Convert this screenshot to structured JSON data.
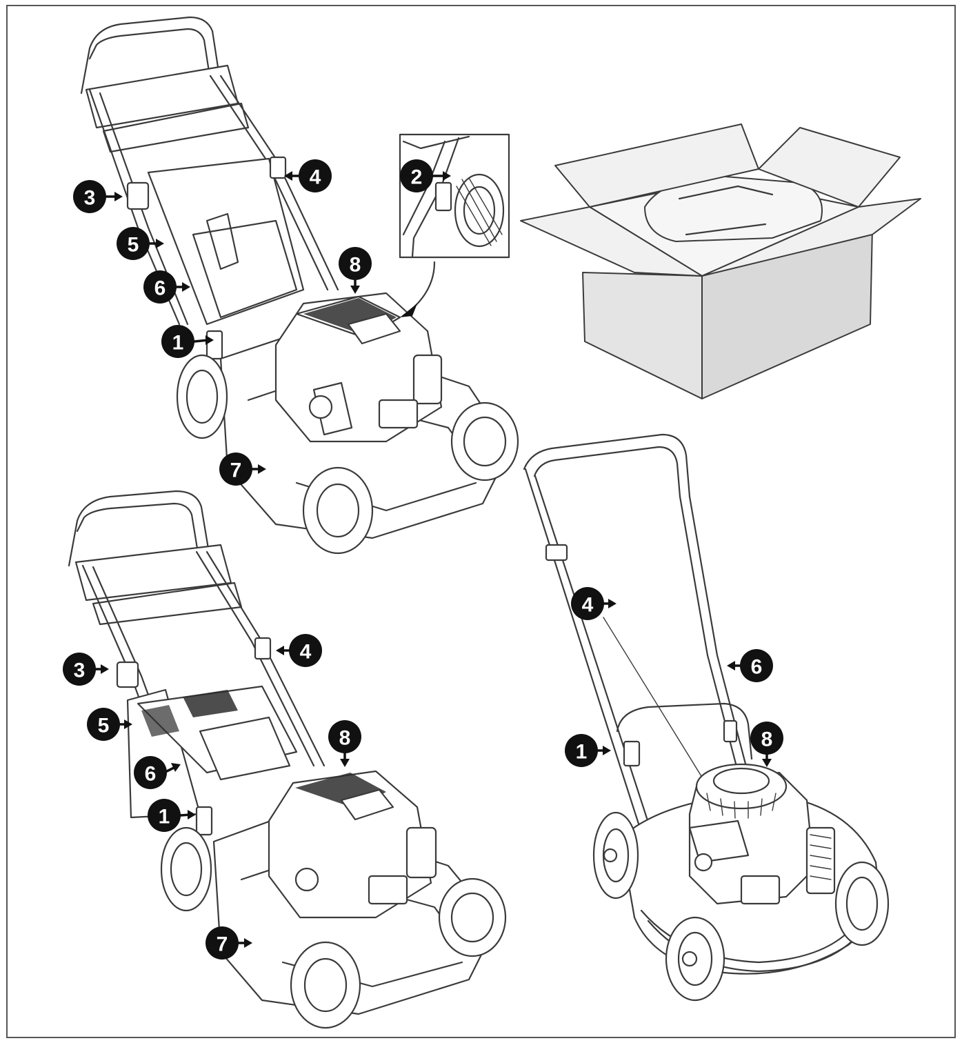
{
  "callouts": {
    "top_mower": {
      "c1": "1",
      "c3": "3",
      "c4": "4",
      "c5": "5",
      "c6": "6",
      "c7": "7",
      "c8": "8"
    },
    "detail": {
      "c2": "2"
    },
    "bottom_mower": {
      "c1": "1",
      "c3": "3",
      "c4": "4",
      "c5": "5",
      "c6": "6",
      "c7": "7",
      "c8": "8"
    },
    "push_mower": {
      "c1": "1",
      "c4": "4",
      "c6": "6",
      "c8": "8"
    }
  },
  "colors": {
    "line": "#3a3a3a",
    "badge": "#111111",
    "box": "#d9d9d9"
  }
}
